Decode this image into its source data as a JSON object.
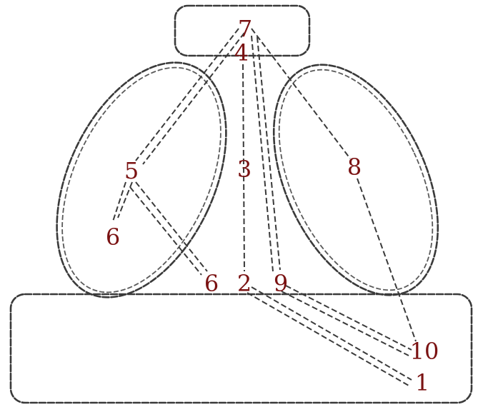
{
  "diagram": {
    "nodes": {
      "n1": "1",
      "n2": "2",
      "n3": "3",
      "n4": "4",
      "n5": "5",
      "n6a": "6",
      "n6b": "6",
      "n7": "7",
      "n8": "8",
      "n9": "9",
      "n10": "10"
    },
    "colors": {
      "line": "#3a3a3a",
      "label": "#7a1212",
      "background": "#ffffff"
    }
  }
}
